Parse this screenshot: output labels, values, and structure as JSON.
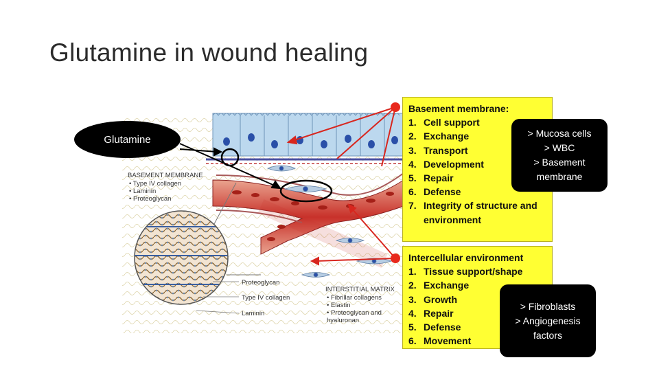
{
  "slide": {
    "title": "Glutamine in wound healing"
  },
  "glutamine_label": "Glutamine",
  "basement_box": {
    "heading": "Basement membrane:",
    "items": [
      {
        "n": "1.",
        "t": "Cell support"
      },
      {
        "n": "2.",
        "t": "Exchange"
      },
      {
        "n": "3.",
        "t": "Transport"
      },
      {
        "n": "4.",
        "t": "Development"
      },
      {
        "n": "5.",
        "t": "Repair"
      },
      {
        "n": "6.",
        "t": "Defense"
      },
      {
        "n": "7.",
        "t": "Integrity of structure and environment"
      }
    ]
  },
  "intercellular_box": {
    "heading": "Intercellular environment",
    "items": [
      {
        "n": "1.",
        "t": "Tissue support/shape"
      },
      {
        "n": "2.",
        "t": "Exchange"
      },
      {
        "n": "3.",
        "t": "Growth"
      },
      {
        "n": "4.",
        "t": "Repair"
      },
      {
        "n": "5.",
        "t": "Defense"
      },
      {
        "n": "6.",
        "t": "Movement"
      }
    ]
  },
  "note_mucosa": {
    "lines": [
      "> Mucosa cells",
      "> WBC",
      "> Basement",
      "membrane"
    ]
  },
  "note_fibro": {
    "lines": [
      "> Fibroblasts",
      "> Angiogenesis",
      "factors"
    ]
  },
  "illustration": {
    "basement_membrane_legend": {
      "title": "BASEMENT MEMBRANE",
      "items": [
        "• Type IV collagen",
        "• Laminin",
        "• Proteoglycan"
      ]
    },
    "interstitial_legend": {
      "title": "INTERSTITIAL MATRIX",
      "items": [
        "• Fibrillar collagens",
        "• Elastin",
        "• Proteoglycan and",
        "  hyaluronan"
      ]
    },
    "callouts": [
      "Proteoglycan",
      "Type IV collagen",
      "Laminin"
    ]
  },
  "colors": {
    "epithelium": "#bcd8ee",
    "nucleus": "#2a4fa8",
    "vessel": "#c8312a",
    "highlight_yellow": "#ffff33",
    "arrow_red": "#d8261e",
    "pointer_dot": "#e8281c"
  }
}
